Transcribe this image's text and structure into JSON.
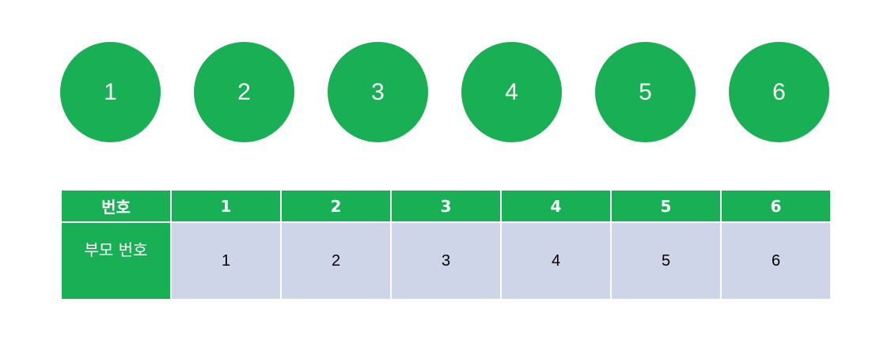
{
  "nodes": [
    "1",
    "2",
    "3",
    "4",
    "5",
    "6"
  ],
  "table": {
    "header_label": "번호",
    "row_label": "부모 번호",
    "numbers": [
      "1",
      "2",
      "3",
      "4",
      "5",
      "6"
    ],
    "parents": [
      "1",
      "2",
      "3",
      "4",
      "5",
      "6"
    ]
  },
  "colors": {
    "accent_green": "#19AF55",
    "cell_fill": "#CFD5E8"
  }
}
